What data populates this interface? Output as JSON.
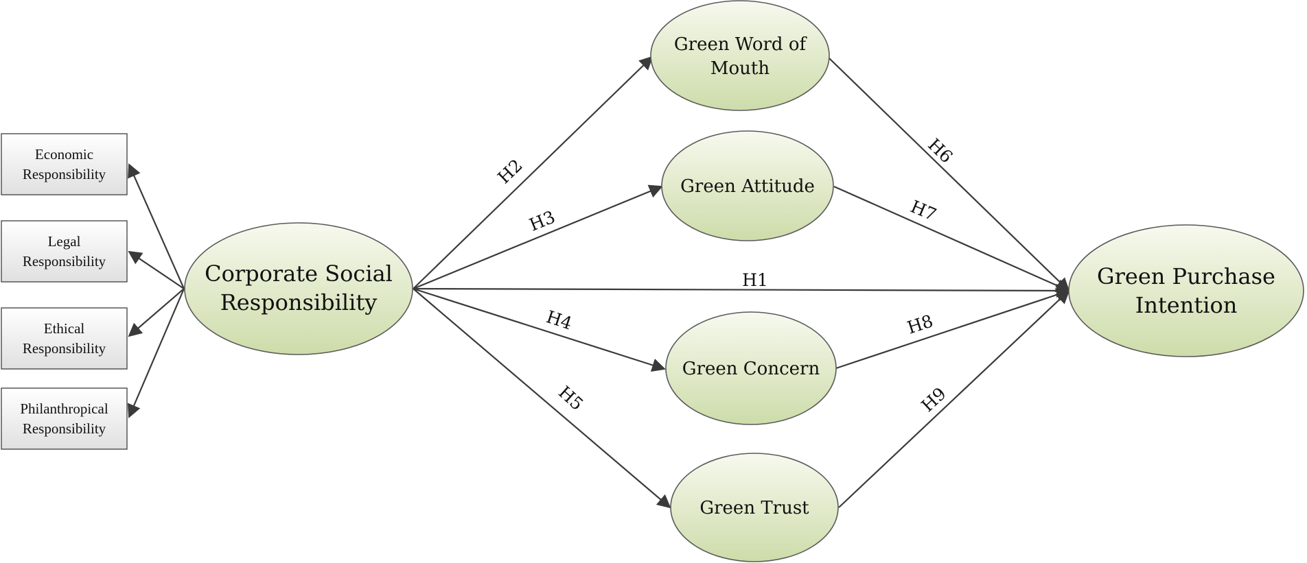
{
  "nodes": {
    "csr": {
      "lines": [
        "Corporate Social",
        "Responsibility"
      ]
    },
    "gwom": {
      "lines": [
        "Green Word of",
        "Mouth"
      ]
    },
    "attitude": {
      "lines": [
        "Green Attitude"
      ]
    },
    "concern": {
      "lines": [
        "Green Concern"
      ]
    },
    "trust": {
      "lines": [
        "Green Trust"
      ]
    },
    "gpi": {
      "lines": [
        "Green Purchase",
        "Intention"
      ]
    }
  },
  "dimensions": [
    {
      "id": "economic",
      "lines": [
        "Economic",
        "Responsibility"
      ]
    },
    {
      "id": "legal",
      "lines": [
        "Legal",
        "Responsibility"
      ]
    },
    {
      "id": "ethical",
      "lines": [
        "Ethical",
        "Responsibility"
      ]
    },
    {
      "id": "philanthropical",
      "lines": [
        "Philanthropical",
        "Responsibility"
      ]
    }
  ],
  "edges": [
    {
      "id": "h1",
      "label": "H1",
      "from": "csr",
      "to": "gpi"
    },
    {
      "id": "h2",
      "label": "H2",
      "from": "csr",
      "to": "gwom"
    },
    {
      "id": "h3",
      "label": "H3",
      "from": "csr",
      "to": "attitude"
    },
    {
      "id": "h4",
      "label": "H4",
      "from": "csr",
      "to": "concern"
    },
    {
      "id": "h5",
      "label": "H5",
      "from": "csr",
      "to": "trust"
    },
    {
      "id": "h6",
      "label": "H6",
      "from": "gwom",
      "to": "gpi"
    },
    {
      "id": "h7",
      "label": "H7",
      "from": "attitude",
      "to": "gpi"
    },
    {
      "id": "h8",
      "label": "H8",
      "from": "concern",
      "to": "gpi"
    },
    {
      "id": "h9",
      "label": "H9",
      "from": "trust",
      "to": "gpi"
    }
  ],
  "colors": {
    "ellipse_top": "#f7f9ee",
    "ellipse_bottom": "#cddcaa",
    "box_top": "#ffffff",
    "box_bottom": "#e0e0e0",
    "line": "#3a3a3a"
  }
}
